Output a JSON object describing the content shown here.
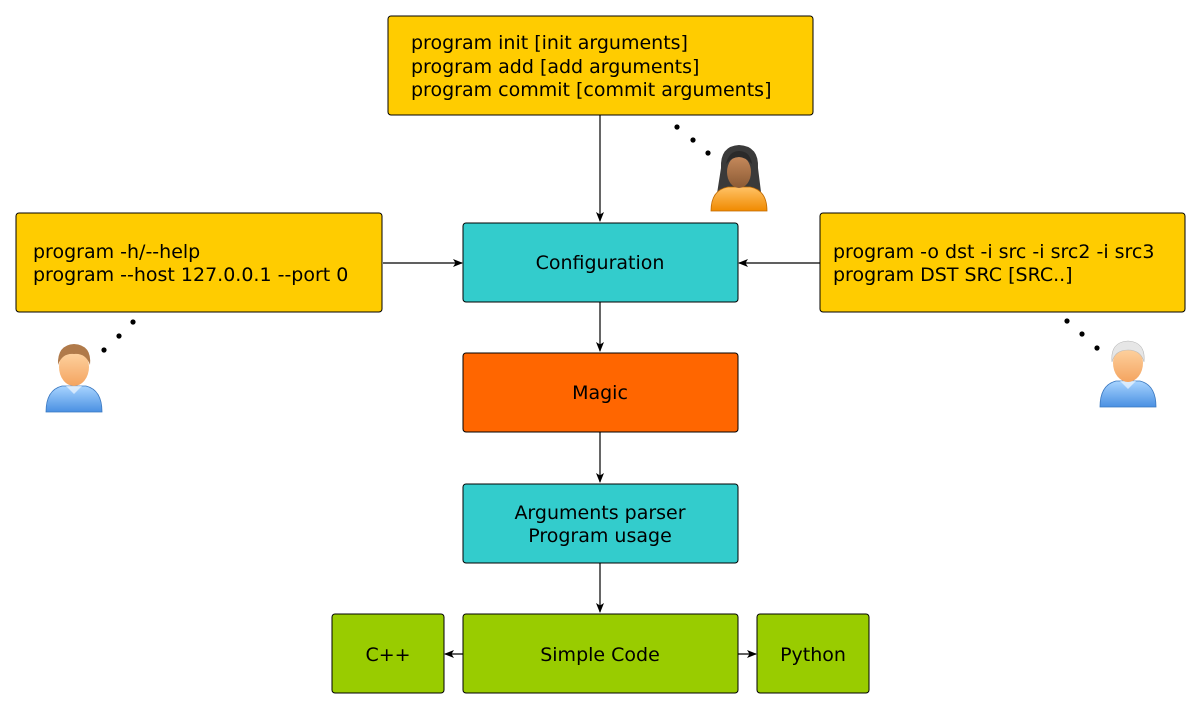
{
  "colors": {
    "note": "#ffcc00",
    "process": "#33cccc",
    "magic": "#ff6600",
    "output": "#99cc00",
    "stroke": "#000000"
  },
  "boxes": {
    "top_commands": {
      "lines": [
        "program init [init arguments]",
        "program add [add arguments]",
        "program commit [commit arguments]"
      ]
    },
    "left_commands": {
      "lines": [
        "program -h/--help",
        "program --host 127.0.0.1 --port 0"
      ]
    },
    "right_commands": {
      "lines": [
        "program -o dst -i src -i src2 -i src3",
        "program DST SRC [SRC..]"
      ]
    },
    "configuration": {
      "label": "Configuration"
    },
    "magic": {
      "label": "Magic"
    },
    "parser": {
      "lines": [
        "Arguments parser",
        "Program usage"
      ]
    },
    "simple_code": {
      "label": "Simple Code"
    },
    "cpp": {
      "label": "C++"
    },
    "python": {
      "label": "Python"
    }
  },
  "users": {
    "top": {
      "icon": "woman-user-icon"
    },
    "left": {
      "icon": "user-icon"
    },
    "right": {
      "icon": "elderly-user-icon"
    }
  }
}
